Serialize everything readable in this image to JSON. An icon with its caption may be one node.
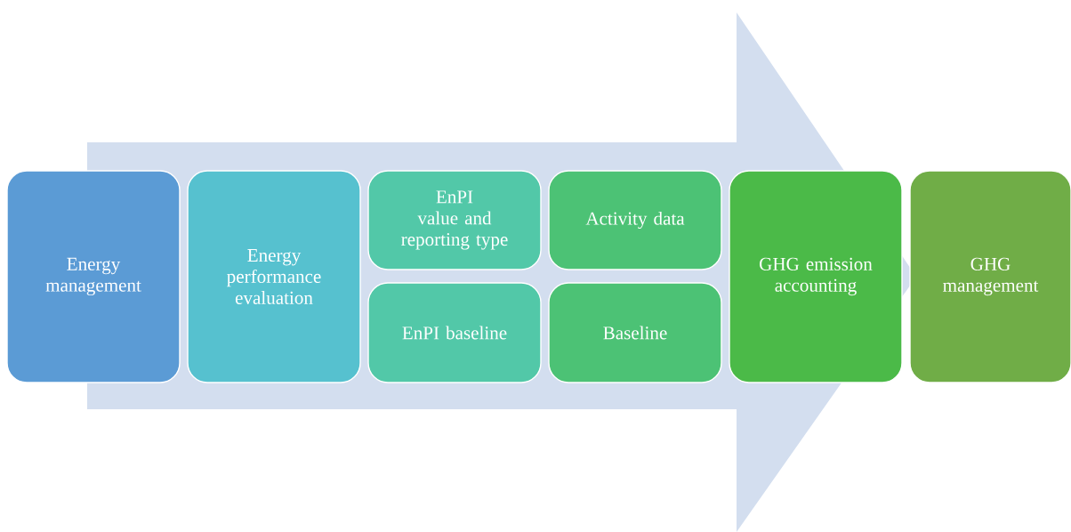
{
  "diagram": {
    "nodes": [
      {
        "text": [
          "Energy management"
        ]
      },
      {
        "text": [
          "Energy performance evaluation"
        ]
      },
      {
        "text": [
          "EnPI value and reporting type"
        ]
      },
      {
        "text": [
          "EnPI baseline"
        ]
      },
      {
        "text": [
          "Activity data"
        ]
      },
      {
        "text": [
          "Baseline"
        ]
      },
      {
        "text": [
          "GHG emission accounting"
        ]
      },
      {
        "text": [
          "GHG management"
        ]
      }
    ],
    "edges": [
      {
        "from": 0,
        "to": 7,
        "arrow": "to"
      }
    ]
  }
}
